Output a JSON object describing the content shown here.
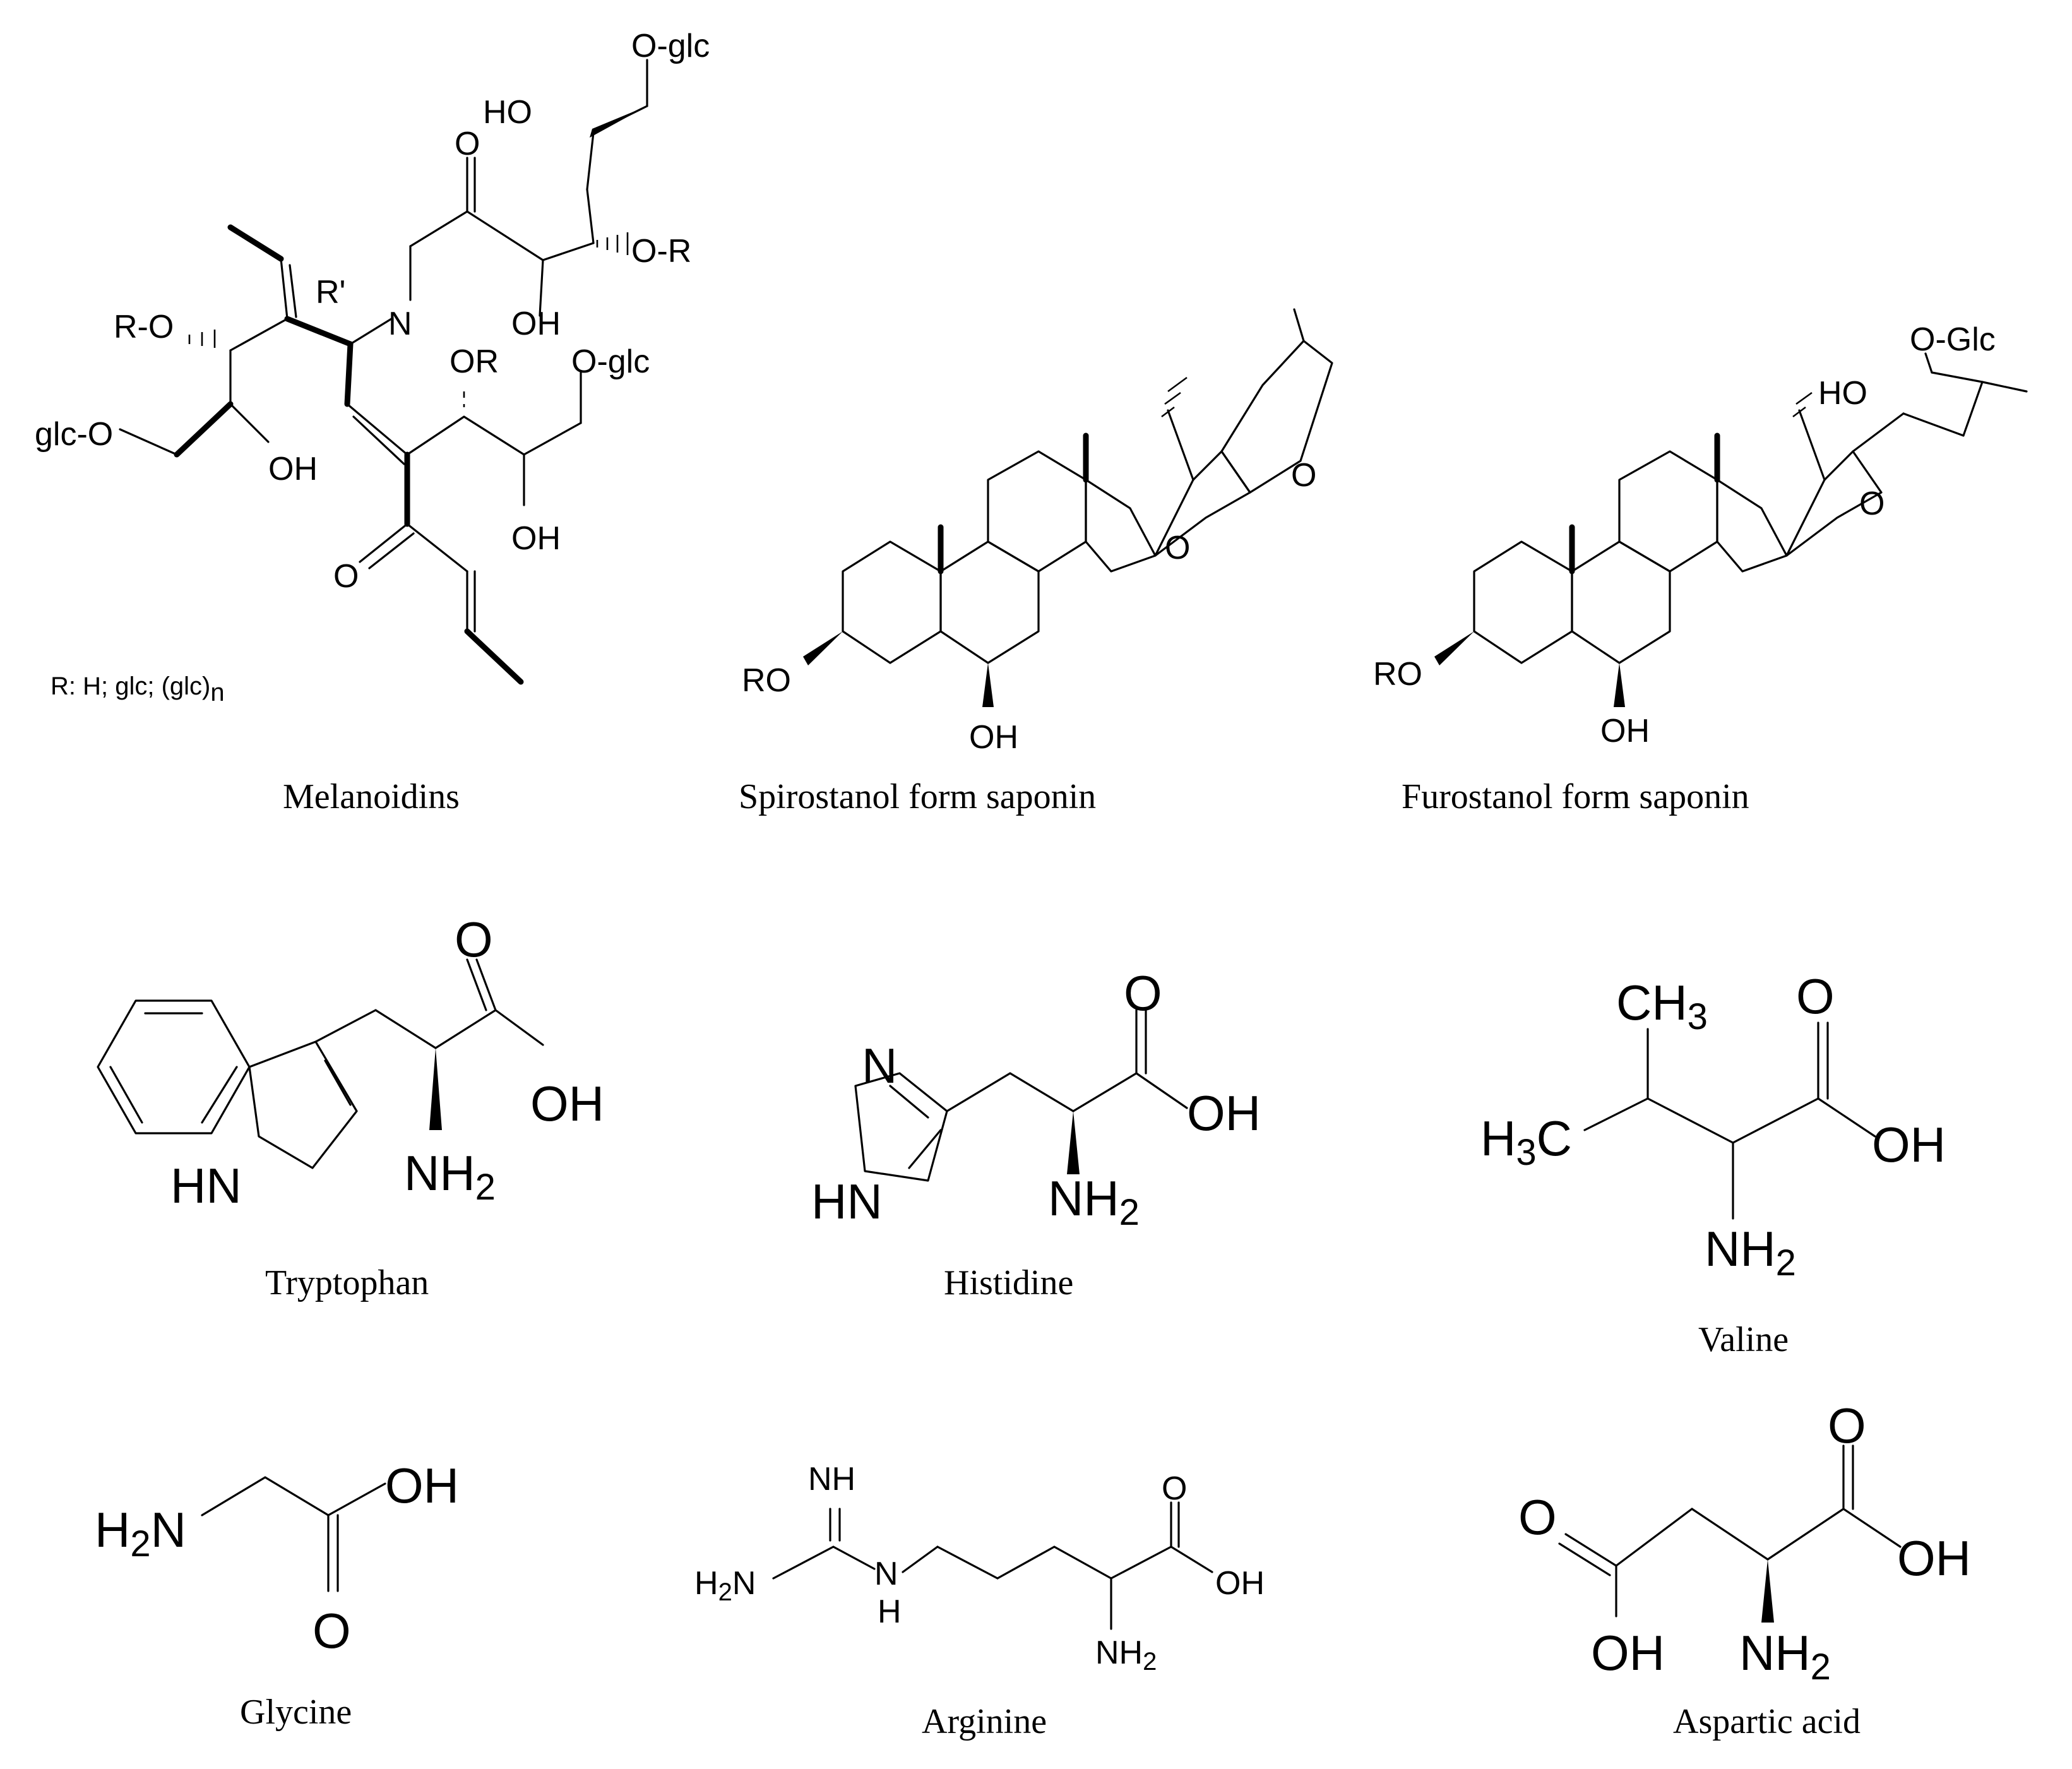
{
  "captions": {
    "melanoidins": "Melanoidins",
    "spirostanol": "Spirostanol form saponin",
    "furostanol": "Furostanol form saponin",
    "tryptophan": "Tryptophan",
    "histidine": "Histidine",
    "valine": "Valine",
    "glycine": "Glycine",
    "arginine": "Arginine",
    "aspartic": "Aspartic acid"
  },
  "atoms": {
    "o_glc": "O-glc",
    "ho": "HO",
    "o": "O",
    "o_r": "O-R",
    "r_prime": "R'",
    "n": "N",
    "r_o": "R-O",
    "oh": "OH",
    "or": "OR",
    "glc_o": "glc-O",
    "ro": "RO",
    "o_glc_cap": "O-Glc",
    "nh2_base": "NH",
    "h2n_base": "N",
    "h2_prefix": "H",
    "hn": "HN",
    "ch3_base": "CH",
    "h3c_prefix": "H",
    "h3c_suffix": "C",
    "nh": "NH",
    "h": "H",
    "sub2": "2",
    "sub3": "3"
  },
  "notes": {
    "r_groups_prefix": "R: H; glc; (glc)",
    "r_groups_sub": "n"
  }
}
